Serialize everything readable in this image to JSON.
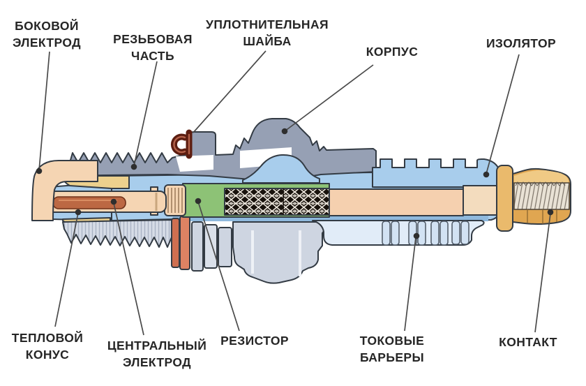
{
  "diagram_subject": "spark plug cross-section",
  "labels": {
    "side_electrode": {
      "line1": "БОКОВОЙ",
      "line2": "ЭЛЕКТРОД"
    },
    "threaded_part": {
      "line1": "РЕЗЬБОВАЯ",
      "line2": "ЧАСТЬ"
    },
    "sealing_washer": {
      "line1": "УПЛОТНИТЕЛЬНАЯ",
      "line2": "ШАЙБА"
    },
    "housing": {
      "line1": "КОРПУС"
    },
    "insulator": {
      "line1": "ИЗОЛЯТОР"
    },
    "heat_cone": {
      "line1": "ТЕПЛОВОЙ",
      "line2": "КОНУС"
    },
    "central_electrode": {
      "line1": "ЦЕНТРАЛЬНЫЙ",
      "line2": "ЭЛЕКТРОД"
    },
    "resistor": {
      "line1": "РЕЗИСТОР"
    },
    "current_barriers": {
      "line1": "ТОКОВЫЕ",
      "line2": "БАРЬЕРЫ"
    },
    "contact": {
      "line1": "КОНТАКТ"
    }
  },
  "colors": {
    "label-text": "#262626",
    "leader-line": "#4a4a4a",
    "insulator-blue": "#a8cdec",
    "insulator-shade": "#8fb9dd",
    "insulator-pale": "#e1ecf8",
    "rib-blue": "#d2e2f3",
    "housing-gray": "#96a0b4",
    "metal-light": "#ced5e1",
    "metal-lighter": "#dae0ea",
    "electrode-beige": "#f5d5b3",
    "copper": "#bc6843",
    "resistor-green": "#8dc276",
    "core-peach": "#f5d0af",
    "core-peach-light": "#f3dcbe",
    "contact-gold": "#e0a651",
    "contact-gold-light": "#eaba6c",
    "seal-yellow": "#ecd08d",
    "washer-maroon": "#5c1d10",
    "washer-inner": "#b4624a"
  }
}
